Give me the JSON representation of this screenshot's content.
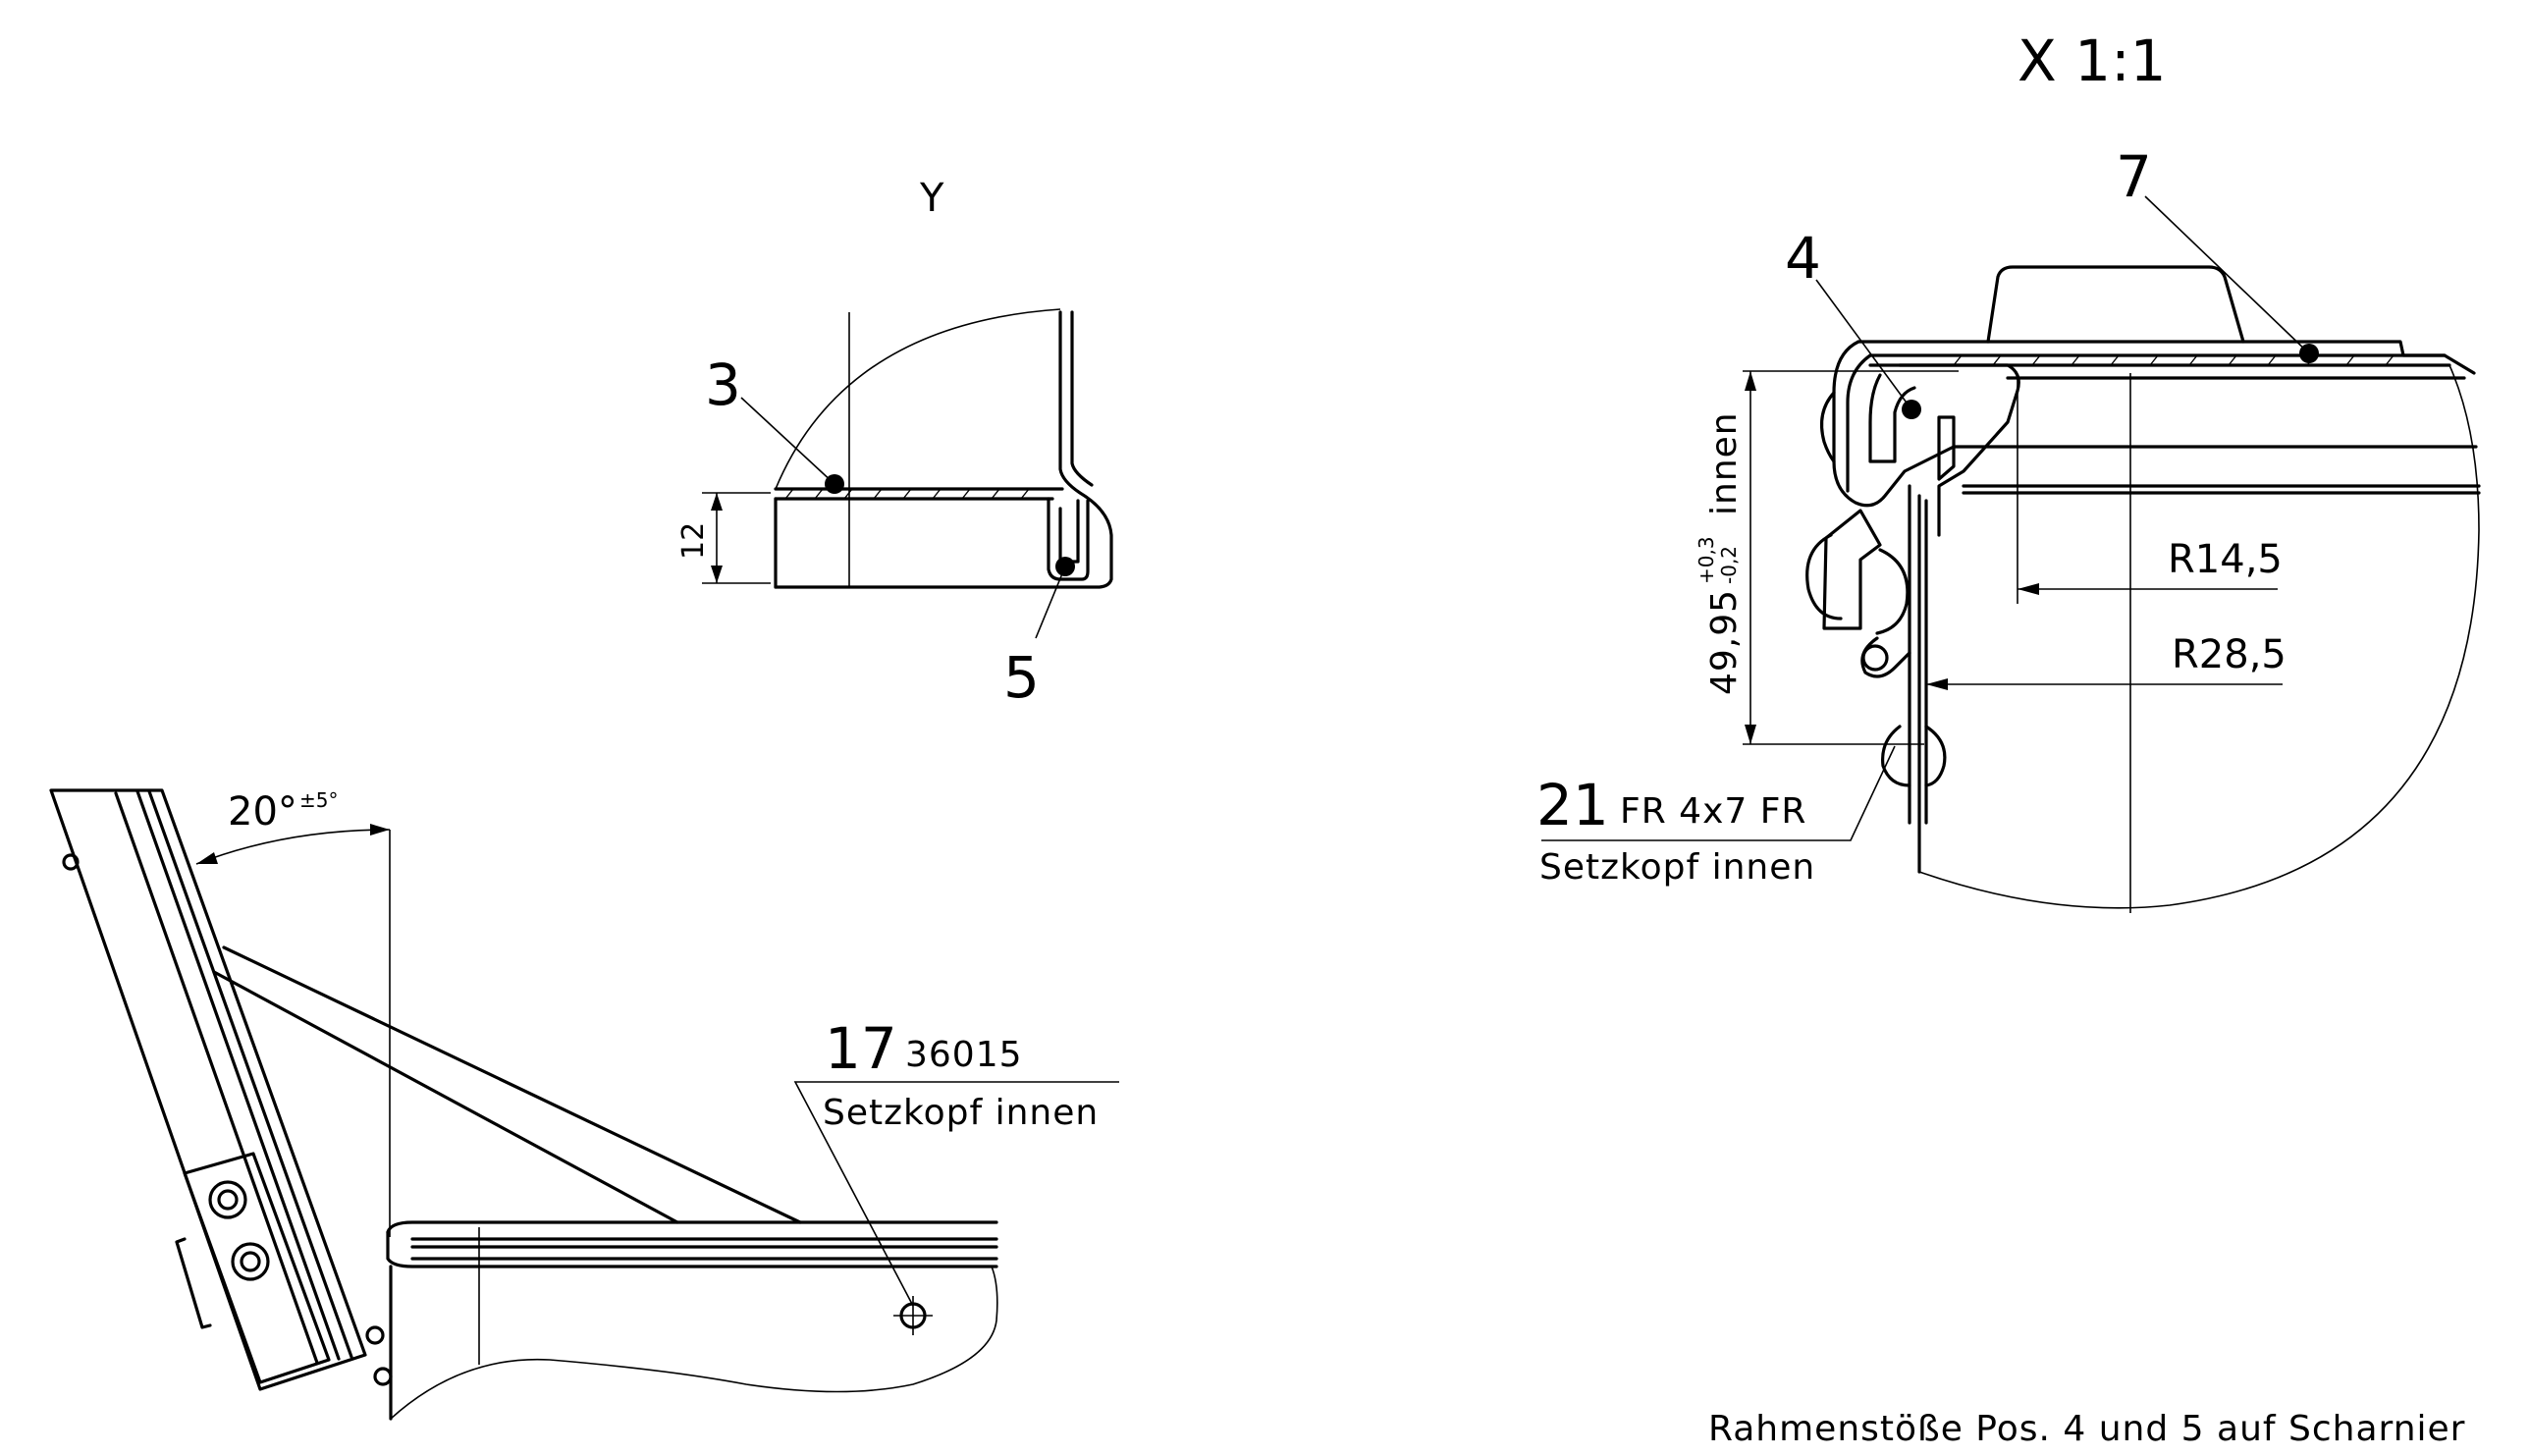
{
  "views": {
    "x_label": "X  1:1",
    "y_label": "Y"
  },
  "callouts": {
    "c3": "3",
    "c4": "4",
    "c5": "5",
    "c7": "7",
    "c17": {
      "num": "17",
      "code": "36015",
      "note": "Setzkopf innen"
    },
    "c21": {
      "num": "21",
      "code": "FR 4x7 FR",
      "note": "Setzkopf innen"
    }
  },
  "dimensions": {
    "height_12": "12",
    "height_49": "49,95",
    "tol_plus": "+0,3",
    "tol_minus": "-0,2",
    "innen": "innen",
    "r14": "R14,5",
    "r28": "R28,5",
    "angle": "20°",
    "angle_tol": "±5°"
  },
  "note": "Rahmenstöße Pos. 4 und 5 auf Scharnier"
}
